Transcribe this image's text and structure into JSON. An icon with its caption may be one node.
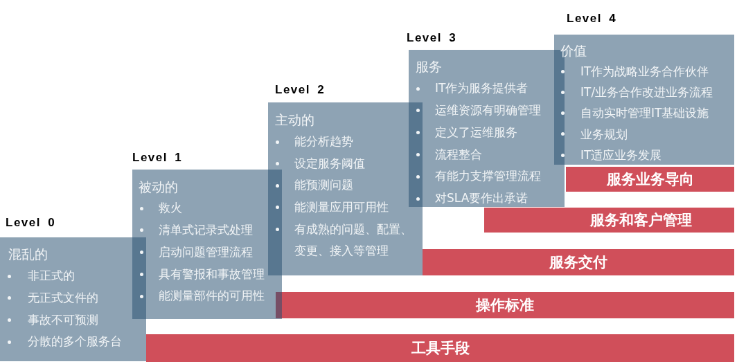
{
  "diagram": {
    "nodes": [
      {
        "text": [
          "Level 0",
          "混乱的",
          "非正式的",
          "无正式文件的",
          "事故不可预测",
          "分散的多个服务台"
        ]
      },
      {
        "text": [
          "Level 1",
          "被动的",
          "救火",
          "清单式记录式处理",
          "启动问题管理流程",
          "具有警报和事故管理",
          "能测量部件的可用性"
        ]
      },
      {
        "text": [
          "Level 2",
          "主动的",
          "能分析趋势",
          "设定服务阈值",
          "能预测问题",
          "能测量应用可用性",
          "有成熟的问题、配置、变更、接入等管理"
        ]
      },
      {
        "text": [
          "Level 3",
          "服务",
          "IT作为服务提供者",
          "运维资源有明确管理",
          "定义了运维服务",
          "流程整合",
          "有能力支撑管理流程",
          "对SLA要作出承诺"
        ]
      },
      {
        "text": [
          "Level 4",
          "价值",
          "IT作为战略业务合作伙伴",
          "IT/业务合作改进业务流程",
          "自动实时管理IT基础设施",
          "业务规划",
          "IT适应业务发展"
        ]
      },
      {
        "text": [
          "工具手段"
        ]
      },
      {
        "text": [
          "操作标准"
        ]
      },
      {
        "text": [
          "服务交付"
        ]
      },
      {
        "text": [
          "服务和客户管理"
        ]
      },
      {
        "text": [
          "服务业务导向"
        ]
      }
    ]
  }
}
